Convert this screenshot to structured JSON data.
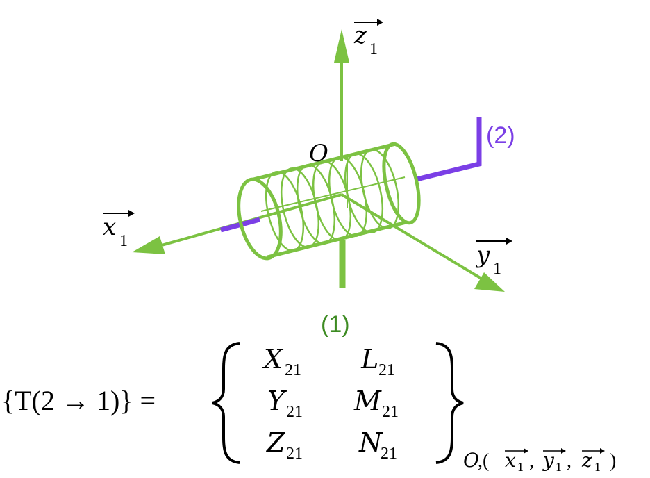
{
  "colors": {
    "part1_green": "#7cc242",
    "part1_label_green": "#3d8b22",
    "part2_purple": "#7b3fe6",
    "text": "#000000"
  },
  "axes": {
    "z": {
      "letter": "z",
      "index": "1"
    },
    "x": {
      "letter": "x",
      "index": "1"
    },
    "y": {
      "letter": "y",
      "index": "1"
    },
    "origin": "O"
  },
  "parts": {
    "part1_label": "(1)",
    "part2_label": "(2)"
  },
  "equation": {
    "lhs": "{T(2 → 1)} =",
    "matrix": [
      [
        "X",
        "21",
        "L",
        "21"
      ],
      [
        "Y",
        "21",
        "M",
        "21"
      ],
      [
        "Z",
        "21",
        "N",
        "21"
      ]
    ],
    "subscript_point": "O",
    "basis": [
      "x",
      "1",
      "y",
      "1",
      "z",
      "1"
    ]
  }
}
